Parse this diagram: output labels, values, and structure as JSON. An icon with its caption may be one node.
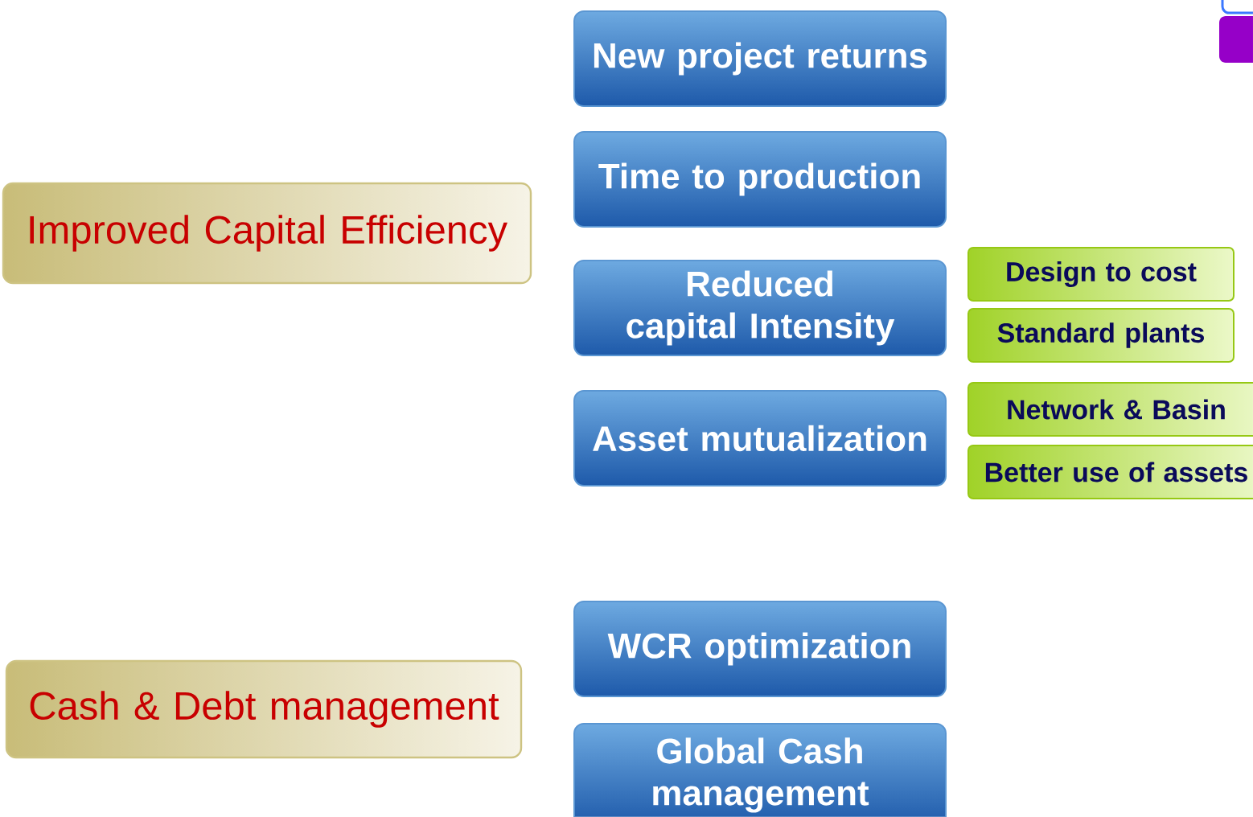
{
  "diagram": {
    "nodes": [
      {
        "text": [
          "Improved Capital Efficiency"
        ]
      },
      {
        "text": [
          "Cash & Debt management"
        ]
      },
      {
        "text": [
          "New project returns"
        ]
      },
      {
        "text": [
          "Time to production"
        ]
      },
      {
        "text": [
          "Reduced capital Intensity"
        ]
      },
      {
        "text": [
          "Asset mutualization"
        ]
      },
      {
        "text": [
          "WCR optimization"
        ]
      },
      {
        "text": [
          "Global Cash management"
        ]
      },
      {
        "text": [
          "Design to cost"
        ]
      },
      {
        "text": [
          "Standard plants"
        ]
      },
      {
        "text": [
          "Network & Basin"
        ]
      },
      {
        "text": [
          "Better use of assets"
        ]
      },
      {
        "text": [],
        "shape": "box"
      },
      {
        "text": [],
        "shape": "box"
      }
    ]
  }
}
